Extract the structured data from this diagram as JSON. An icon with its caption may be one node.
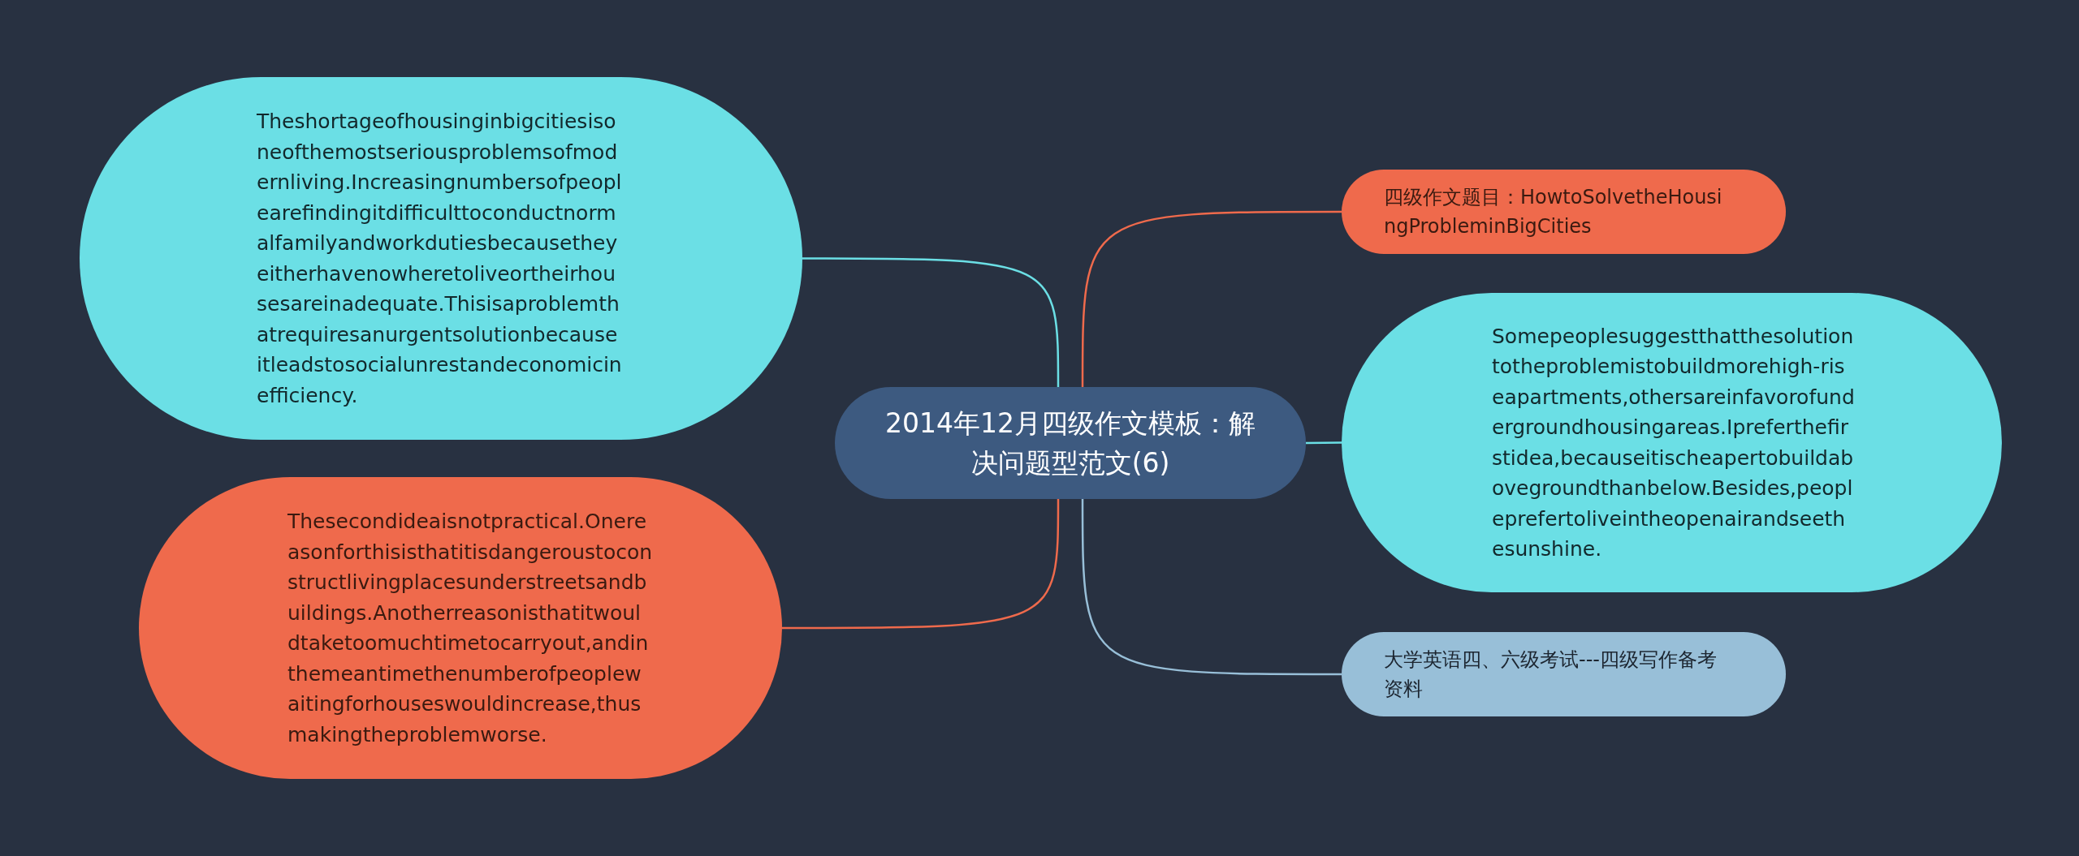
{
  "diagram": {
    "nodes": [
      {
        "text": [
          "2014年12月四级作文模板：解决问题型范文(6)"
        ]
      },
      {
        "text": [
          "Theshortageofhousinginbigcitiesisoneofthemostseriousproblemsofmodernliving.Increasingnumbersofpeoplearefindingitdifficulttoconductnormalfamilyandworkdutiesbecausetheyeitherhavenowheretoliveortheirhousesareinadequate.Thisisaproblemthatrequiresanurgentsolutionbecauseitleadstosocialunrestandeconomicinefficiency."
        ]
      },
      {
        "text": [
          "Thesecondideaisnotpractical.Onereasonforthisisthatitisdangeroustoconstructlivingplacesunderstreetsandbuildings.Anotherreasonisthatitwouldtaketoomuchtimetocarryout,andinthemeantimethenumberofpeoplewaitingforhouseswouldincrease,thusmakingtheproblemworse."
        ]
      },
      {
        "text": [
          "四级作文题目：HowtoSolvetheHousingProbleminBigCities"
        ]
      },
      {
        "text": [
          "Somepeoplesuggestthatthesolutiontotheproblemistobuildmorehigh-riseapartments,othersareinfavorofundergroundhousingareas.Ipreferthefirstidea,becauseitischeapertobuildabovegroundthanbelow.Besides,peopleprefertoliveintheopenairandseethesunshine."
        ]
      },
      {
        "text": [
          "大学英语四、六级考试---四级写作备考资料"
        ]
      }
    ],
    "edges": [
      {
        "from": 0,
        "to": 1,
        "arrow": "none",
        "color": "#6bdfe5"
      },
      {
        "from": 0,
        "to": 2,
        "arrow": "none",
        "color": "#ef6a4c"
      },
      {
        "from": 0,
        "to": 3,
        "arrow": "none",
        "color": "#ef6a4c"
      },
      {
        "from": 0,
        "to": 4,
        "arrow": "none",
        "color": "#6bdfe5"
      },
      {
        "from": 0,
        "to": 5,
        "arrow": "none",
        "color": "#98bfd8"
      }
    ]
  }
}
